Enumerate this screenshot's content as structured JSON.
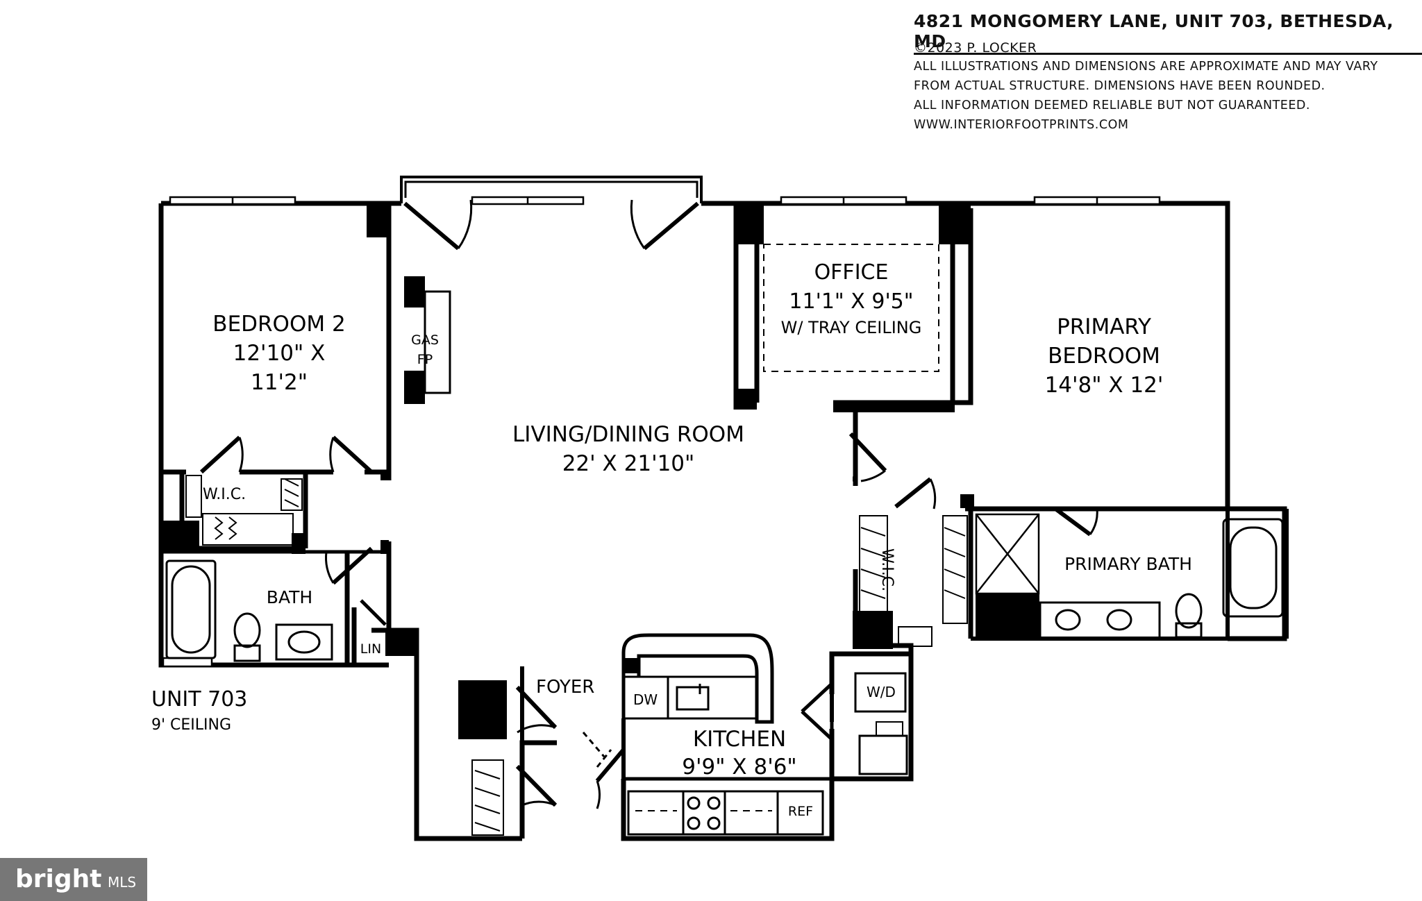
{
  "header": {
    "title": "4821 MONGOMERY LANE, UNIT 703, BETHESDA, MD",
    "copyright": "©2023 P. LOCKER",
    "disclaimer": [
      "ALL ILLUSTRATIONS AND DIMENSIONS ARE APPROXIMATE AND MAY VARY",
      "FROM ACTUAL STRUCTURE. DIMENSIONS HAVE BEEN ROUNDED.",
      "ALL INFORMATION DEEMED RELIABLE BUT NOT GUARANTEED.",
      "WWW.INTERIORFOOTPRINTS.COM"
    ]
  },
  "rooms": {
    "bedroom2": {
      "name": "BEDROOM 2",
      "dims": "12'10\" X 11'2\""
    },
    "living": {
      "name": "LIVING/DINING ROOM",
      "dims": "22' X 21'10\""
    },
    "office": {
      "name": "OFFICE",
      "dims": "11'1\" X 9'5\"",
      "note": "W/ TRAY CEILING"
    },
    "primary": {
      "name_line1": "PRIMARY",
      "name_line2": "BEDROOM",
      "dims": "14'8\" X 12'"
    },
    "primary_bath": {
      "name": "PRIMARY BATH"
    },
    "kitchen": {
      "name": "KITCHEN",
      "dims": "9'9\" X 8'6\""
    },
    "bath": {
      "name": "BATH"
    },
    "foyer": {
      "name": "FOYER"
    }
  },
  "labels": {
    "gas1": "GAS",
    "gas2": "FP",
    "wic": "W.I.C.",
    "wic2": "W.I.C.",
    "lin": "LIN",
    "dw": "DW",
    "wd": "W/D",
    "ref": "REF"
  },
  "unit": {
    "name": "UNIT 703",
    "ceiling": "9' CEILING"
  },
  "watermark": {
    "brand": "bright",
    "suffix": "MLS"
  }
}
